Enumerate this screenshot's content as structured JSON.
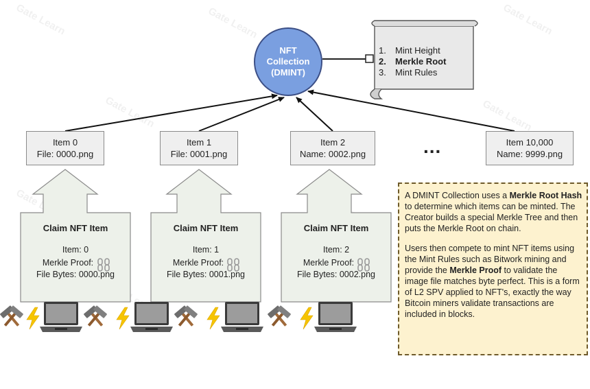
{
  "collection": {
    "line1": "NFT",
    "line2": "Collection",
    "line3": "(DMINT)",
    "color": "#7a9fe0"
  },
  "scroll": {
    "items": [
      {
        "num": "1.",
        "label": "Mint Height"
      },
      {
        "num": "2.",
        "label": "Merkle Root"
      },
      {
        "num": "3.",
        "label": "Mint Rules"
      }
    ]
  },
  "items": [
    {
      "line1": "Item 0",
      "line2": "File: 0000.png"
    },
    {
      "line1": "Item 1",
      "line2": "File: 0001.png"
    },
    {
      "line1": "Item 2",
      "line2": "Name: 0002.png"
    },
    {
      "line1": "Item 10,000",
      "line2": "Name: 9999.png"
    }
  ],
  "ellipsis": "...",
  "claims": [
    {
      "title": "Claim NFT Item",
      "item": "Item: 0",
      "proof": "Merkle Proof:",
      "bytes": "File Bytes: 0000.png"
    },
    {
      "title": "Claim NFT Item",
      "item": "Item: 1",
      "proof": "Merkle Proof:",
      "bytes": "File Bytes: 0001.png"
    },
    {
      "title": "Claim NFT Item",
      "item": "Item: 2",
      "proof": "Merkle Proof:",
      "bytes": "File Bytes: 0002.png"
    }
  ],
  "note": {
    "p1_a": "A DMINT Collection uses a ",
    "p1_b": "Merkle Root Hash",
    "p1_c": " to determine which items can be minted. The Creator builds a special Merkle Tree and then puts the Merkle Root on chain.",
    "p2_a": "Users then compete to mint NFT items using the Mint Rules such as Bitwork mining and provide the ",
    "p2_b": "Merkle Proof",
    "p2_c": " to validate the image file matches byte perfect. This is a form of L2 SPV applied to NFT's, exactly the way Bitcoin miners validate transactions are included in blocks."
  },
  "watermark": "Gate Learn",
  "icons": [
    "hammers-icon",
    "lightning-icon",
    "laptop-icon",
    "chain-link-icon",
    "scroll-icon"
  ]
}
